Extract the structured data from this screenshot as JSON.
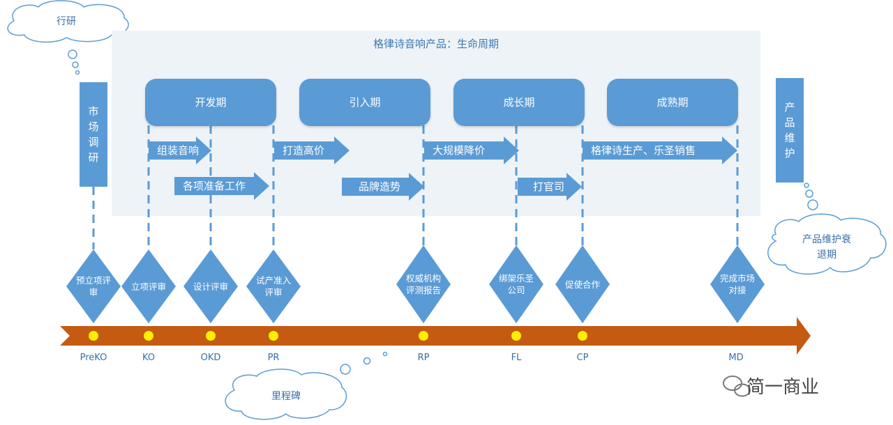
{
  "panel": {
    "title": "格律诗音响产品：生命周期"
  },
  "phases": [
    {
      "label": "开发期"
    },
    {
      "label": "引入期"
    },
    {
      "label": "成长期"
    },
    {
      "label": "成熟期"
    }
  ],
  "side_bars": {
    "market_research": "市场调研",
    "product_maintenance": "产品维护"
  },
  "activities": [
    {
      "label": "组装音响"
    },
    {
      "label": "各项准备工作"
    },
    {
      "label": "打造高价"
    },
    {
      "label": "品牌造势"
    },
    {
      "label": "大规模降价"
    },
    {
      "label": "打官司"
    },
    {
      "label": "格律诗生产、乐圣销售"
    }
  ],
  "reviews": [
    {
      "text": "预立项评审",
      "code": "PreKO"
    },
    {
      "text": "立项评审",
      "code": "KO"
    },
    {
      "text": "设计评审",
      "code": "OKD"
    },
    {
      "text": "试产准入评审",
      "code": "PR"
    },
    {
      "text": "权威机构评测报告",
      "code": "RP"
    },
    {
      "text": "绑架乐圣公司",
      "code": "FL"
    },
    {
      "text": "促使合作",
      "code": "CP"
    },
    {
      "text": "完成市场对接",
      "code": "MD"
    }
  ],
  "clouds": {
    "industry_research": "行研",
    "maintenance_decline": "产品维护衰退期",
    "milestone": "里程碑"
  },
  "brand": {
    "text": "简一商业"
  },
  "colors": {
    "blue": "#5a9bd5",
    "timeline": "#c55a11",
    "dot": "#ffee00"
  }
}
